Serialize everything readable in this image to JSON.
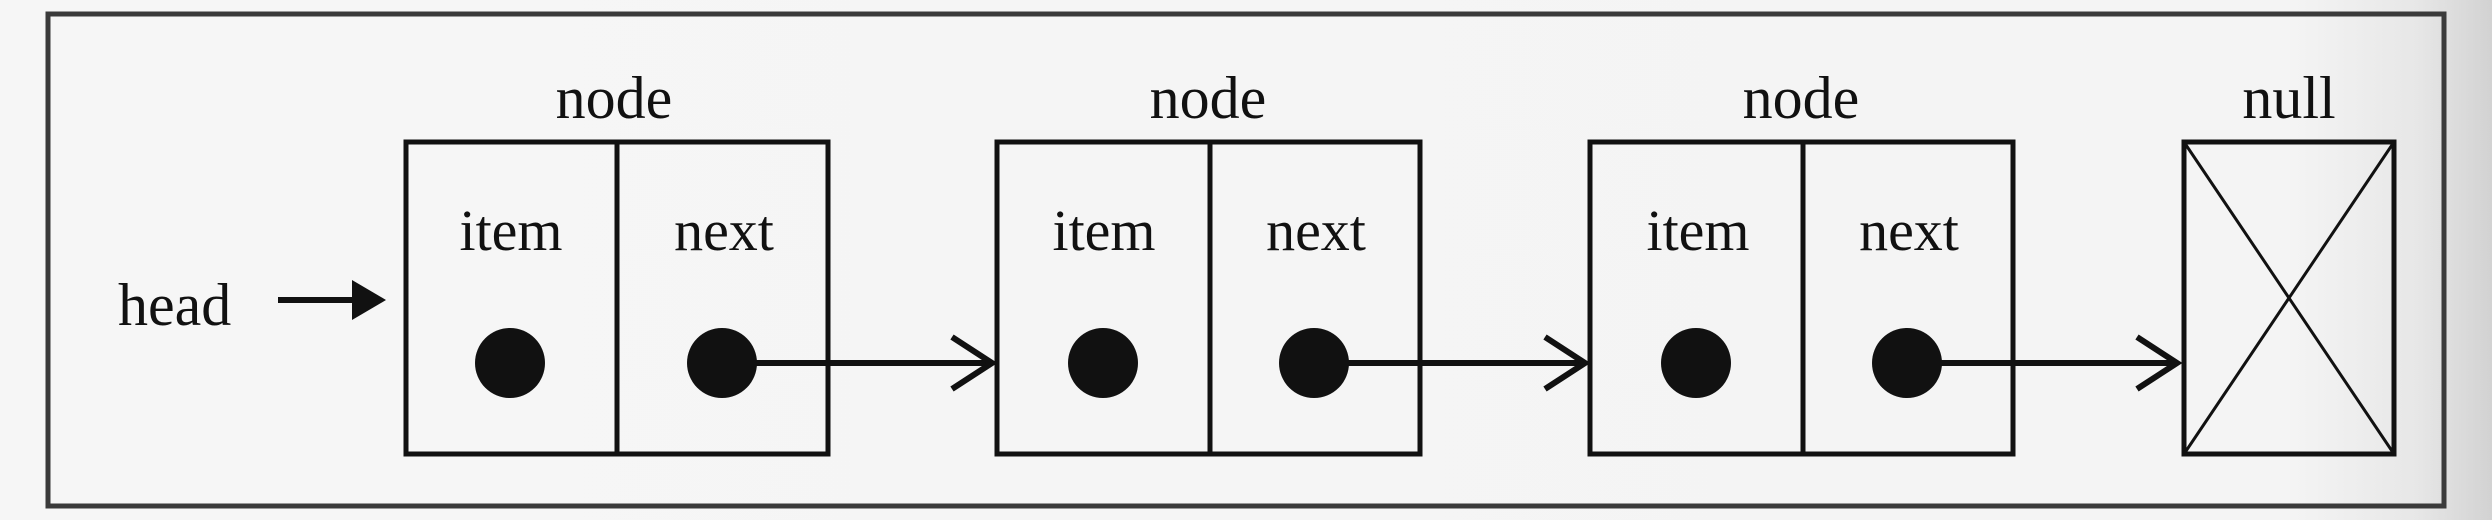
{
  "diagram": {
    "head_label": "head",
    "null_label": "null",
    "nodes": [
      {
        "title": "node",
        "fields": [
          "item",
          "next"
        ]
      },
      {
        "title": "node",
        "fields": [
          "item",
          "next"
        ]
      },
      {
        "title": "node",
        "fields": [
          "item",
          "next"
        ]
      }
    ]
  },
  "colors": {
    "stroke": "#111111",
    "background": "#f4f4f4",
    "frame": "#3a3a3a"
  }
}
